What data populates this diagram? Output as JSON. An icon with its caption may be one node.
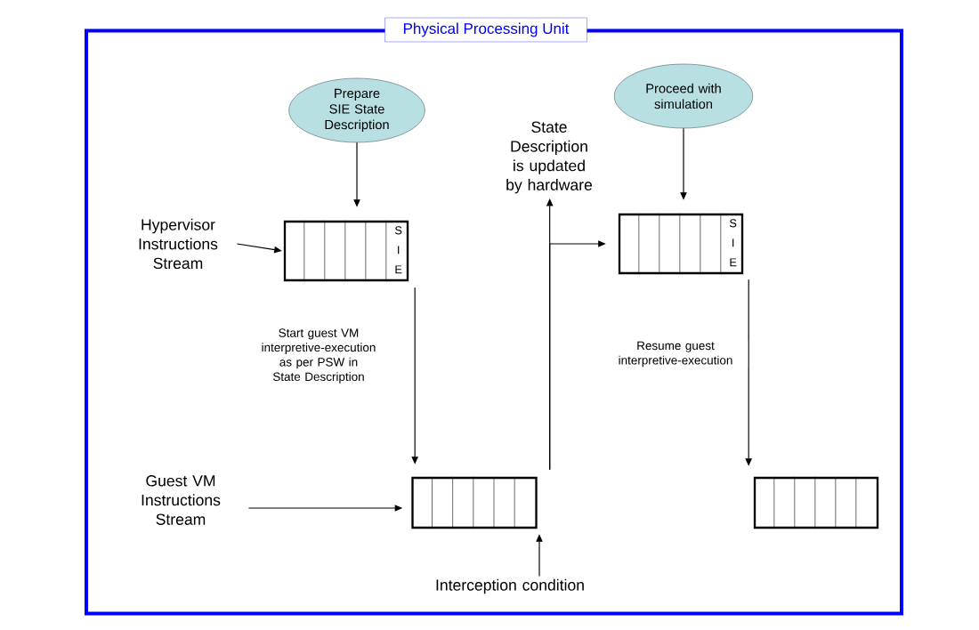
{
  "diagram": {
    "nodes": [
      {
        "text": [
          "Physical Processing Unit"
        ]
      },
      {
        "text": [
          "Prepare SIE State Description"
        ],
        "in": 0
      },
      {
        "text": [
          "Proceed with simulation"
        ],
        "in": 0
      },
      {
        "text": [
          "Hypervisor Instructions Stream"
        ],
        "in": 0
      },
      {
        "text": [
          "S",
          "I",
          "E"
        ],
        "in": 0
      },
      {
        "text": [
          "State Description is updated by hardware"
        ],
        "in": 0
      },
      {
        "text": [
          "S",
          "I",
          "E"
        ],
        "in": 0
      },
      {
        "text": [
          "Guest VM Instructions Stream"
        ],
        "in": 0
      },
      {
        "text": [],
        "shape": "box",
        "in": 0
      },
      {
        "text": [
          "Interception condition"
        ],
        "in": 0
      },
      {
        "text": [],
        "shape": "box",
        "in": 0
      }
    ],
    "edges": [
      {
        "from": 1,
        "to": 4,
        "arrow": "to"
      },
      {
        "from": 3,
        "to": 4,
        "arrow": "to"
      },
      {
        "from": 4,
        "to": 8,
        "arrow": "to",
        "label": "Start guest VM interpretive-execution as per PSW in State Description"
      },
      {
        "from": 7,
        "to": 8,
        "arrow": "to"
      },
      {
        "from": 9,
        "to": 8,
        "arrow": "to"
      },
      {
        "from": 8,
        "to": 5,
        "arrow": "to"
      },
      {
        "from": 8,
        "to": 6,
        "arrow": "to"
      },
      {
        "from": 2,
        "to": 6,
        "arrow": "to"
      },
      {
        "from": 6,
        "to": 10,
        "arrow": "to",
        "label": "Resume guest interpretive-execution"
      }
    ]
  }
}
